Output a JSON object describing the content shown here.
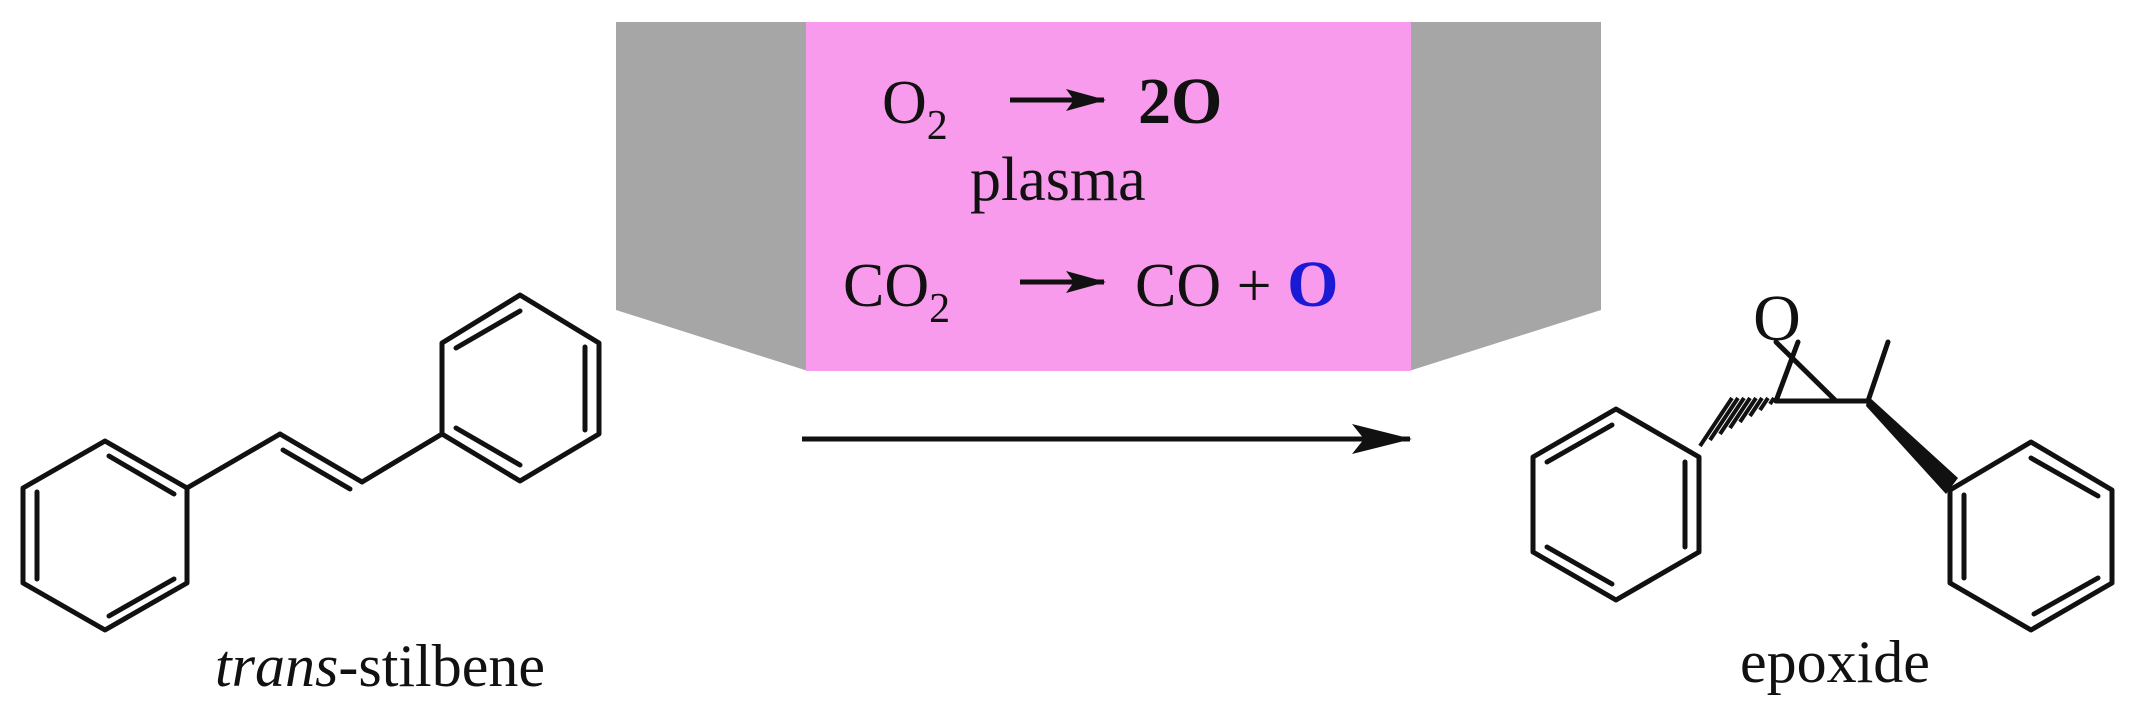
{
  "colors": {
    "plasma_box": "#f99bec",
    "side_flaps": "#a6a6a6",
    "bonds": "#111111",
    "oxygen_highlight": "#1a1ad6",
    "background": "#ffffff"
  },
  "reactant": {
    "name_italic": "trans",
    "name_rest": "-stilbene"
  },
  "product": {
    "name": "epoxide",
    "ring_atom": "O"
  },
  "plasma": {
    "label": "plasma",
    "reaction1": {
      "reactant": "O",
      "reactant_subscript": "2",
      "product": "2O"
    },
    "reaction2": {
      "reactant": "CO",
      "reactant_subscript": "2",
      "product_plain": "CO + ",
      "product_highlight": "O"
    }
  }
}
